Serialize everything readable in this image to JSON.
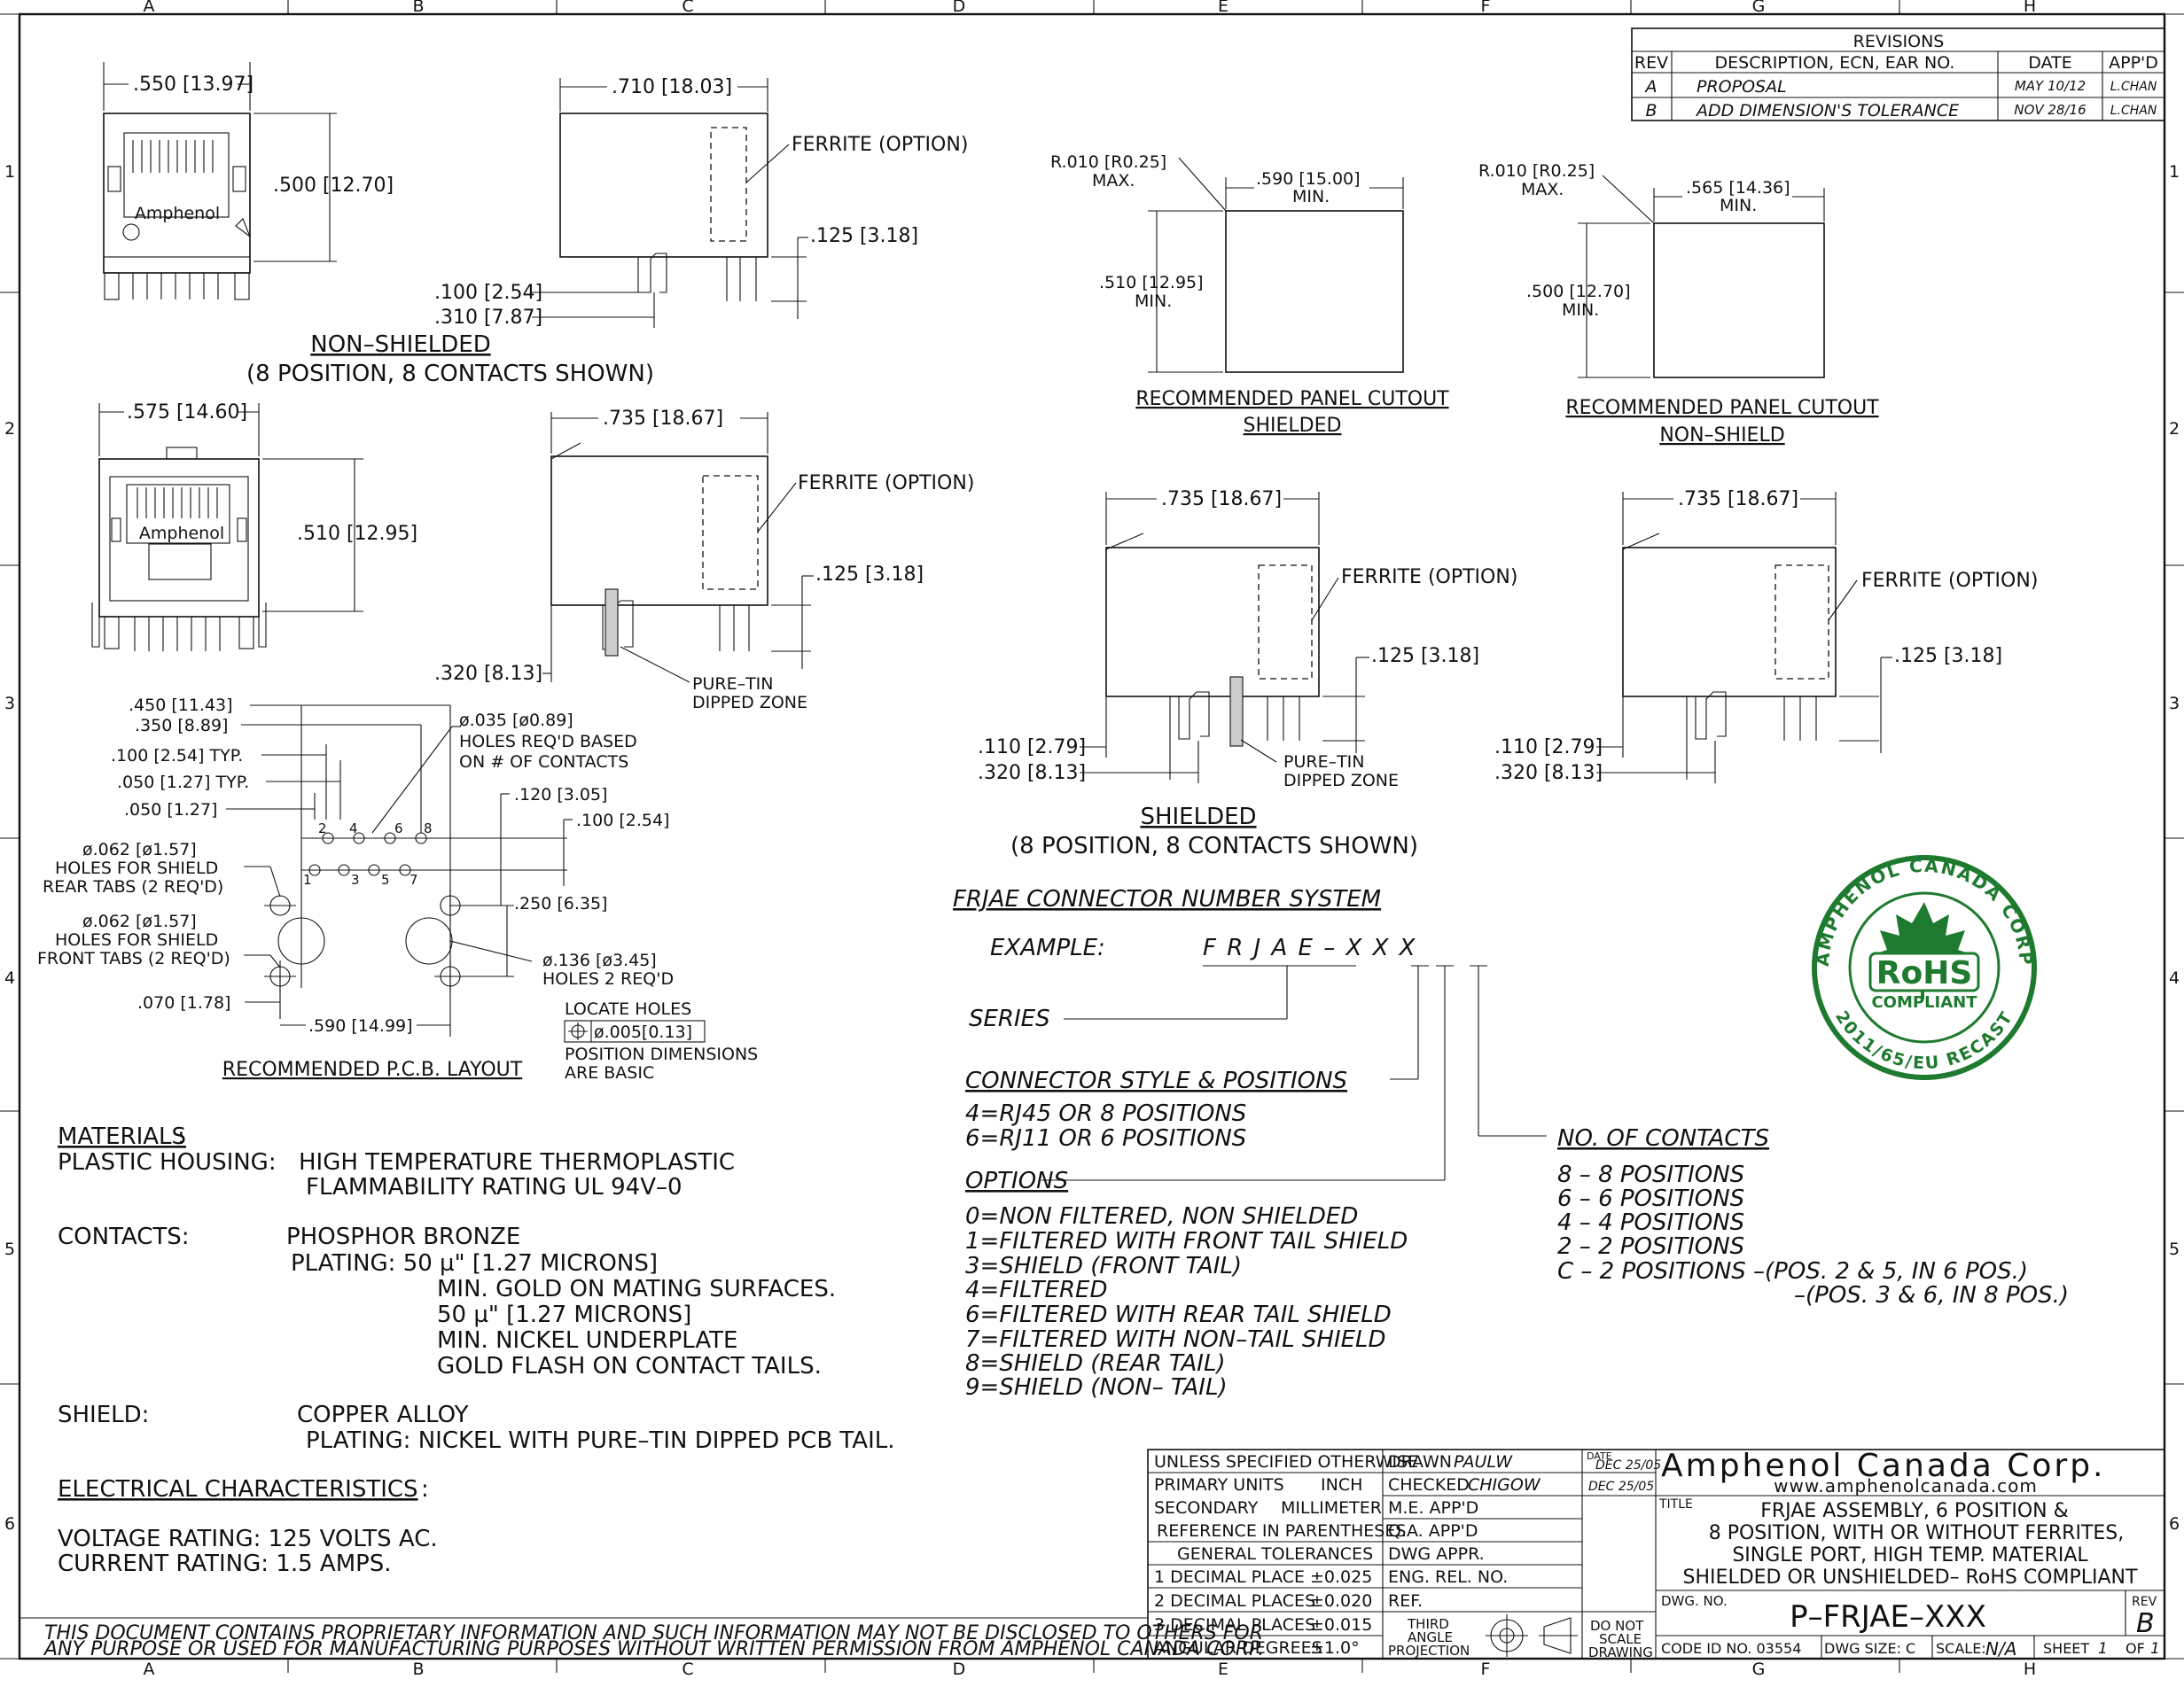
{
  "border": {
    "cols": [
      "A",
      "B",
      "C",
      "D",
      "E",
      "F",
      "G",
      "H"
    ],
    "rows": [
      "1",
      "2",
      "3",
      "4",
      "5",
      "6"
    ]
  },
  "revisions": {
    "title": "REVISIONS",
    "headers": [
      "REV",
      "DESCRIPTION, ECN, EAR NO.",
      "DATE",
      "APP'D"
    ],
    "rows": [
      [
        "A",
        "PROPOSAL",
        "MAY 10/12",
        "L.CHAN"
      ],
      [
        "B",
        "ADD DIMENSION'S TOLERANCE",
        "NOV 28/16",
        "L.CHAN"
      ]
    ]
  },
  "nonshielded": {
    "front_width": ".550 [13.97]",
    "front_height": ".500 [12.70]",
    "logo_text": "Amphenol",
    "side_length": ".710 [18.03]",
    "ferrite": "FERRITE (OPTION)",
    "pin_len": ".125 [3.18]",
    "dim_100": ".100 [2.54]",
    "dim_310": ".310 [7.87]",
    "title": "NON–SHIELDED",
    "subtitle": "(8 POSITION, 8 CONTACTS SHOWN)"
  },
  "shielded_front": {
    "front_width": ".575 [14.60]",
    "front_height": ".510 [12.95]",
    "logo_text": "Amphenol",
    "side_length": ".735 [18.67]",
    "ferrite": "FERRITE (OPTION)",
    "pin_len": ".125 [3.18]",
    "dim_320": ".320 [8.13]",
    "pure_tin": "PURE–TIN",
    "dipped": "DIPPED ZONE"
  },
  "pcb": {
    "d450": ".450 [11.43]",
    "d350": ".350 [8.89]",
    "d100typ": ".100 [2.54] TYP.",
    "d050typ": ".050 [1.27] TYP.",
    "d050": ".050 [1.27]",
    "hole035": "ø.035 [ø0.89]",
    "holes_req": "HOLES REQ'D BASED",
    "on_contacts": "ON # OF CONTACTS",
    "d120": ".120 [3.05]",
    "d100": ".100 [2.54]",
    "rear_tab_1": "ø.062 [ø1.57]",
    "rear_tab_2": "HOLES FOR SHIELD",
    "rear_tab_3": "REAR TABS (2 REQ'D)",
    "d250": ".250 [6.35]",
    "front_tab_1": "ø.062 [ø1.57]",
    "front_tab_2": "HOLES FOR SHIELD",
    "front_tab_3": "FRONT TABS (2 REQ'D)",
    "hole136": "ø.136 [ø3.45]",
    "holes2": "HOLES 2 REQ'D",
    "d070": ".070 [1.78]",
    "d590": ".590 [14.99]",
    "locate": "LOCATE HOLES",
    "tol": "ø.005[0.13]",
    "posdim1": "POSITION DIMENSIONS",
    "posdim2": "ARE  BASIC",
    "title": "RECOMMENDED P.C.B. LAYOUT",
    "pins_top": [
      "2",
      "4",
      "6",
      "8"
    ],
    "pins_bottom": [
      "1",
      "3",
      "5",
      "7"
    ]
  },
  "cutout_shielded": {
    "radius": "R.010 [R0.25]",
    "max": "MAX.",
    "width": ".590 [15.00]",
    "width_min": "MIN.",
    "height": ".510 [12.95]",
    "height_min": "MIN.",
    "title1": "RECOMMENDED PANEL CUTOUT",
    "title2": "SHIELDED"
  },
  "cutout_nonshield": {
    "radius": "R.010 [R0.25]",
    "max": "MAX.",
    "width": ".565 [14.36]",
    "width_min": "MIN.",
    "height": ".500 [12.70]",
    "height_min": "MIN.",
    "title1": "RECOMMENDED PANEL CUTOUT",
    "title2": "NON–SHIELD"
  },
  "shielded_side_a": {
    "length": ".735 [18.67]",
    "ferrite": "FERRITE (OPTION)",
    "pin_len": ".125 [3.18]",
    "d110": ".110 [2.79]",
    "d320": ".320 [8.13]",
    "pure_tin": "PURE–TIN",
    "dipped": "DIPPED ZONE"
  },
  "shielded_side_b": {
    "length": ".735 [18.67]",
    "ferrite": "FERRITE (OPTION)",
    "pin_len": ".125 [3.18]",
    "d110": ".110 [2.79]",
    "d320": ".320 [8.13]"
  },
  "shielded_caption": {
    "title": "SHIELDED",
    "subtitle": "(8 POSITION, 8 CONTACTS SHOWN)"
  },
  "numbering": {
    "title": "FRJAE  CONNECTOR  NUMBER  SYSTEM",
    "example_label": "EXAMPLE:",
    "example_value": "F R J A E –   X X X",
    "series": "SERIES",
    "style_title": "CONNECTOR  STYLE  &  POSITIONS",
    "style_items": [
      "4=RJ45  OR  8  POSITIONS",
      "6=RJ11  OR  6  POSITIONS"
    ],
    "options_title": "OPTIONS",
    "options_items": [
      "0=NON  FILTERED,  NON  SHIELDED",
      "1=FILTERED  WITH  FRONT  TAIL  SHIELD",
      "3=SHIELD  (FRONT  TAIL)",
      "4=FILTERED",
      "6=FILTERED  WITH  REAR  TAIL  SHIELD",
      "7=FILTERED  WITH  NON–TAIL  SHIELD",
      "8=SHIELD  (REAR  TAIL)",
      "9=SHIELD  (NON–  TAIL)"
    ],
    "contacts_title": "NO.  OF  CONTACTS",
    "contacts_items": [
      "8  –  8  POSITIONS",
      "6  –  6  POSITIONS",
      "4  –  4  POSITIONS",
      "2  –  2  POSITIONS",
      "C  –  2  POSITIONS  –(POS.  2  &  5,  IN  6  POS.)"
    ],
    "contacts_extra": "–(POS.  3  &  6,  IN  8  POS.)"
  },
  "seal": {
    "top_text": "AMPHENOL CANADA CORP",
    "bottom_text": "2011/65/EU RECAST",
    "center": "RoHS",
    "compliant": "COMPLIANT",
    "color": "#1e7a2e"
  },
  "materials": {
    "title": "MATERIALS",
    "housing_label": "PLASTIC  HOUSING:",
    "housing_1": "HIGH  TEMPERATURE  THERMOPLASTIC",
    "housing_2": "FLAMMABILITY  RATING  UL  94V–0",
    "contacts_label": "CONTACTS:",
    "contacts_1": "PHOSPHOR  BRONZE",
    "contacts_2": "PLATING:  50  µ\"  [1.27  MICRONS]",
    "contacts_3": "MIN.  GOLD  ON  MATING  SURFACES.",
    "contacts_4": "50  µ\"  [1.27  MICRONS]",
    "contacts_5": "MIN.  NICKEL  UNDERPLATE",
    "contacts_6": "GOLD  FLASH  ON  CONTACT  TAILS.",
    "shield_label": "SHIELD:",
    "shield_1": "COPPER  ALLOY",
    "shield_2": "PLATING:  NICKEL  WITH  PURE–TIN  DIPPED  PCB  TAIL."
  },
  "electrical": {
    "title": "ELECTRICAL  CHARACTERISTICS",
    "voltage": "VOLTAGE  RATING:  125  VOLTS  AC.",
    "current": "CURRENT  RATING:  1.5  AMPS."
  },
  "disclaimer": {
    "line1": "THIS  DOCUMENT  CONTAINS  PROPRIETARY  INFORMATION  AND  SUCH  INFORMATION  MAY  NOT  BE  DISCLOSED  TO  OTHERS  FOR",
    "line2": "ANY  PURPOSE  OR  USED  FOR  MANUFACTURING  PURPOSES  WITHOUT  WRITTEN  PERMISSION  FROM  AMPHENOL  CANADA  CORP."
  },
  "titleblock": {
    "tol_rows": [
      [
        "UNLESS SPECIFIED OTHERWISE",
        ""
      ],
      [
        "PRIMARY UNITS",
        "INCH"
      ],
      [
        "SECONDARY",
        "MILLIMETER"
      ],
      [
        "REFERENCE IN PARENTHESES",
        ""
      ],
      [
        "GENERAL TOLERANCES",
        ""
      ],
      [
        "1 DECIMAL PLACE",
        "±0.025"
      ],
      [
        "2 DECIMAL PLACES",
        "±0.020"
      ],
      [
        "3 DECIMAL PLACES",
        "±0.015"
      ],
      [
        "ANGULAR DEGREES",
        "±1.0°"
      ]
    ],
    "sign_rows": [
      [
        "DRAWN",
        "PAULW",
        "DEC 25/05"
      ],
      [
        "CHECKED",
        "CHIGOW",
        "DEC 25/05"
      ],
      [
        "M.E. APP'D",
        "",
        ""
      ],
      [
        "Q.A. APP'D",
        "",
        ""
      ],
      [
        "DWG APPR.",
        "",
        ""
      ],
      [
        "ENG. REL. NO.",
        "",
        ""
      ],
      [
        "REF.",
        "",
        ""
      ]
    ],
    "date_label": "DATE",
    "third_angle_1": "THIRD",
    "third_angle_2": "ANGLE",
    "third_angle_3": "PROJECTION",
    "dns_1": "DO NOT",
    "dns_2": "SCALE",
    "dns_3": "DRAWING",
    "company": "Amphenol  Canada  Corp.",
    "website": "www.amphenolcanada.com",
    "title_label": "TITLE",
    "title_lines": [
      "FRJAE ASSEMBLY, 6 POSITION &",
      "8 POSITION, WITH OR WITHOUT FERRITES,",
      "SINGLE PORT, HIGH TEMP. MATERIAL",
      "SHIELDED OR UNSHIELDED– RoHS COMPLIANT"
    ],
    "dwg_label": "DWG.  NO.",
    "dwg_no": "P–FRJAE–XXX",
    "rev_label": "REV",
    "rev": "B",
    "code_id": "CODE ID NO. 03554",
    "dwg_size": "DWG SIZE: C",
    "scale_label": "SCALE:",
    "scale": "N/A",
    "sheet_label": "SHEET",
    "sheet": "1",
    "of_label": "OF",
    "of": "1"
  }
}
